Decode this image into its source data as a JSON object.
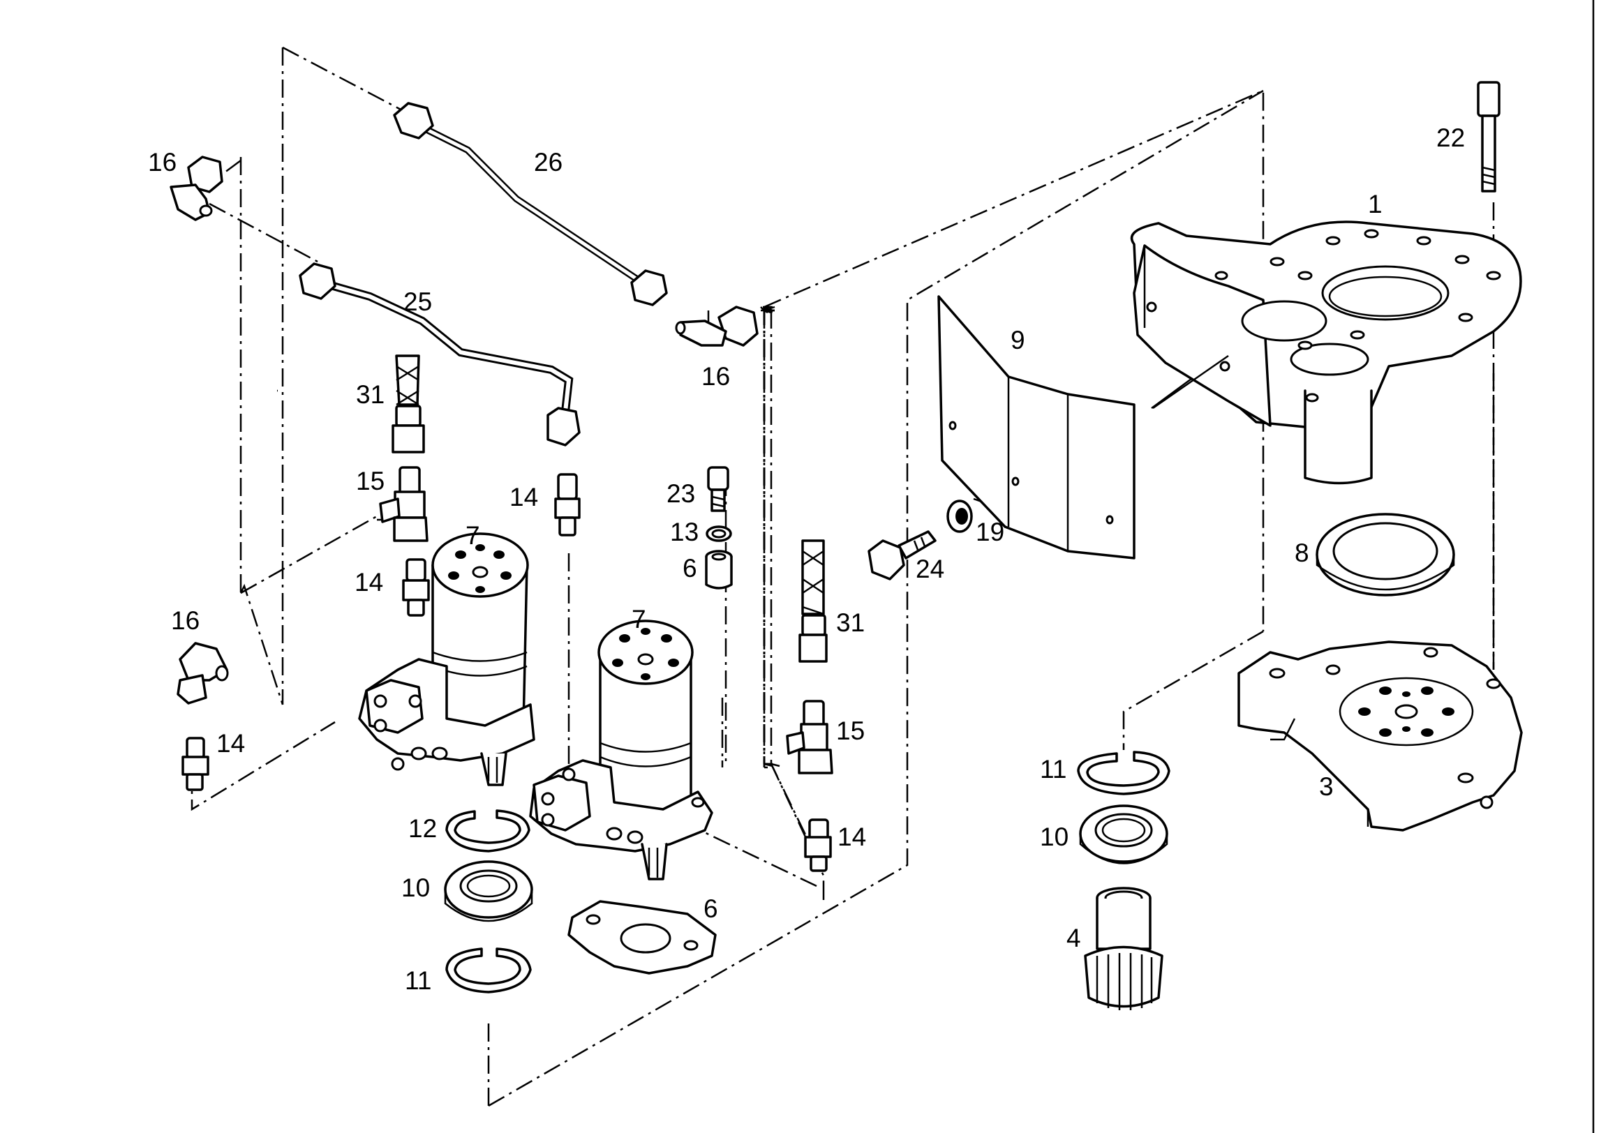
{
  "diagram": {
    "callouts": {
      "c1": "1",
      "c3": "3",
      "c4": "4",
      "c6a": "6",
      "c6b": "6",
      "c7a": "7",
      "c7b": "7",
      "c8": "8",
      "c9": "9",
      "c10a": "10",
      "c10b": "10",
      "c11a": "11",
      "c11b": "11",
      "c12": "12",
      "c13": "13",
      "c14a": "14",
      "c14b": "14",
      "c14c": "14",
      "c14d": "14",
      "c15a": "15",
      "c15b": "15",
      "c16a": "16",
      "c16b": "16",
      "c16c": "16",
      "c19": "19",
      "c22": "22",
      "c23": "23",
      "c24": "24",
      "c25": "25",
      "c26": "26",
      "c31a": "31",
      "c31b": "31"
    }
  }
}
